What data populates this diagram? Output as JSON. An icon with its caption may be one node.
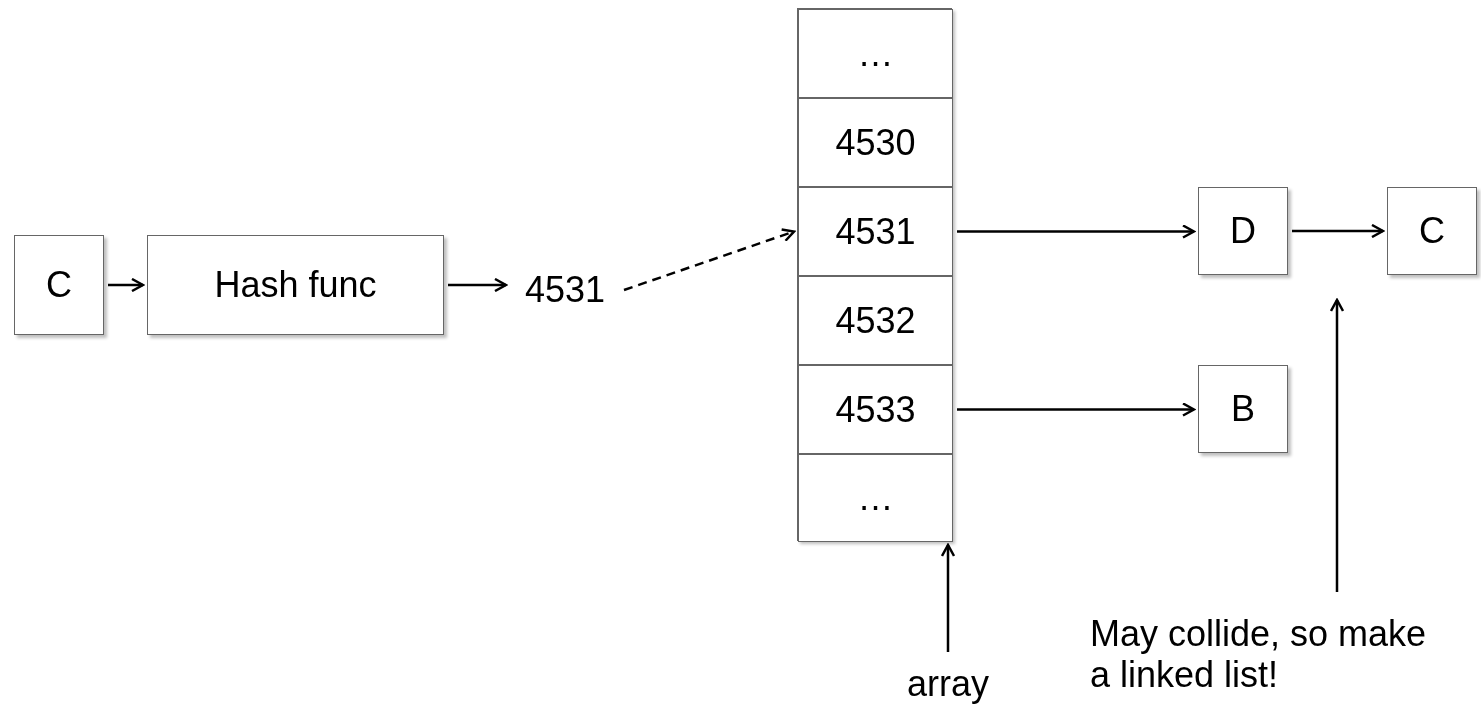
{
  "diagram": {
    "nodes": [
      {
        "text": [
          "C"
        ]
      },
      {
        "text": [
          "Hash func"
        ]
      },
      {
        "text": [
          "4531"
        ]
      },
      {
        "text": [],
        "shape": "box"
      },
      {
        "text": [
          "…"
        ],
        "in": 3
      },
      {
        "text": [
          "4530"
        ],
        "in": 3
      },
      {
        "text": [
          "4531"
        ],
        "in": 3
      },
      {
        "text": [
          "4532"
        ],
        "in": 3
      },
      {
        "text": [
          "4533"
        ],
        "in": 3
      },
      {
        "text": [
          "…"
        ],
        "in": 3
      },
      {
        "text": [
          "D"
        ]
      },
      {
        "text": [
          "C"
        ]
      },
      {
        "text": [
          "B"
        ]
      },
      {
        "text": [
          "array"
        ]
      },
      {
        "text": [
          "May collide, so make a linked list!"
        ]
      }
    ],
    "edges": [
      {
        "from": 0,
        "to": 1,
        "arrow": "to"
      },
      {
        "from": 1,
        "to": 2,
        "arrow": "to"
      },
      {
        "from": 2,
        "to": 6,
        "arrow": "to",
        "style": "dashed"
      },
      {
        "from": 6,
        "to": 10,
        "arrow": "to"
      },
      {
        "from": 10,
        "to": 11,
        "arrow": "to"
      },
      {
        "from": 8,
        "to": 12,
        "arrow": "to"
      },
      {
        "from": 13,
        "to": 3,
        "arrow": "to"
      },
      {
        "from": 14,
        "to": null,
        "arrow": "to"
      }
    ]
  }
}
